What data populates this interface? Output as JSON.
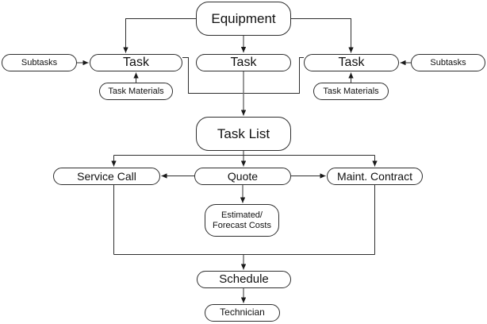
{
  "diagram": {
    "type": "flowchart",
    "colors": {
      "background": "#ffffff",
      "node_fill": "#ffffff",
      "node_border": "#2e2e2e",
      "text": "#111111",
      "connector_black": "#2e2e2e",
      "connector_gray": "#6d6d6d",
      "arrowhead": "#1a1a1a"
    },
    "nodes": {
      "equipment": {
        "label": "Equipment"
      },
      "subtasks_left": {
        "label": "Subtasks"
      },
      "task_left": {
        "label": "Task"
      },
      "task_center": {
        "label": "Task"
      },
      "task_right": {
        "label": "Task"
      },
      "subtasks_right": {
        "label": "Subtasks"
      },
      "task_materials_left": {
        "label": "Task Materials"
      },
      "task_materials_right": {
        "label": "Task Materials"
      },
      "task_list": {
        "label": "Task List"
      },
      "service_call": {
        "label": "Service Call"
      },
      "quote": {
        "label": "Quote"
      },
      "maint_contract": {
        "label": "Maint. Contract"
      },
      "estimated_costs": {
        "label_line1": "Estimated/",
        "label_line2": "Forecast Costs"
      },
      "schedule": {
        "label": "Schedule"
      },
      "technician": {
        "label": "Technician"
      }
    },
    "edges": [
      {
        "from": "equipment",
        "to": "task_left",
        "arrow": true
      },
      {
        "from": "equipment",
        "to": "task_center",
        "arrow": true
      },
      {
        "from": "equipment",
        "to": "task_right",
        "arrow": true
      },
      {
        "from": "subtasks_left",
        "to": "task_left",
        "arrow": true
      },
      {
        "from": "subtasks_right",
        "to": "task_right",
        "arrow": true
      },
      {
        "from": "task_materials_left",
        "to": "task_left",
        "arrow": true
      },
      {
        "from": "task_materials_right",
        "to": "task_right",
        "arrow": true
      },
      {
        "from": "task_left",
        "to": "task_list",
        "arrow": false
      },
      {
        "from": "task_center",
        "to": "task_list",
        "arrow": true
      },
      {
        "from": "task_right",
        "to": "task_list",
        "arrow": false
      },
      {
        "from": "task_list",
        "to": "service_call",
        "arrow": true
      },
      {
        "from": "task_list",
        "to": "quote",
        "arrow": true
      },
      {
        "from": "task_list",
        "to": "maint_contract",
        "arrow": true
      },
      {
        "from": "quote",
        "to": "service_call",
        "arrow": true
      },
      {
        "from": "quote",
        "to": "maint_contract",
        "arrow": true
      },
      {
        "from": "quote",
        "to": "estimated_costs",
        "arrow": true
      },
      {
        "from": "service_call",
        "to": "schedule",
        "arrow": true
      },
      {
        "from": "maint_contract",
        "to": "schedule",
        "arrow": true
      },
      {
        "from": "schedule",
        "to": "technician",
        "arrow": true
      }
    ]
  }
}
